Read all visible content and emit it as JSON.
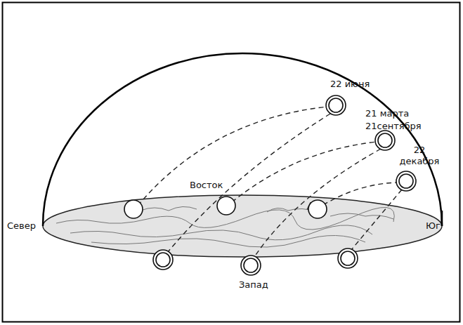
{
  "diagram": {
    "labels": [
      "22 июня",
      "21 марта",
      "21сентября",
      "22 декабря",
      "Восток",
      "Север",
      "Юг",
      "Запад"
    ]
  }
}
